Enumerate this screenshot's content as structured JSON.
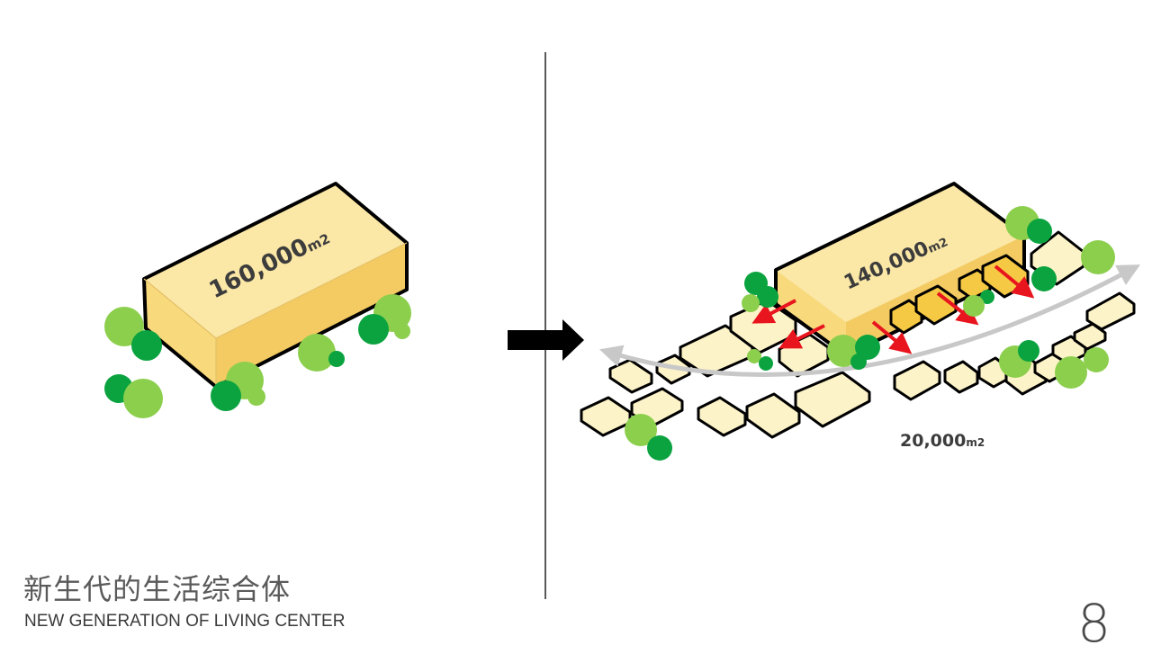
{
  "left_diagram": {
    "area_value": "160,000",
    "area_unit": "m2"
  },
  "right_diagram": {
    "main_area_value": "140,000",
    "main_area_unit": "m2",
    "distributed_area_value": "20,000",
    "distributed_area_unit": "m2"
  },
  "footer": {
    "title_cn": "新生代的生活综合体",
    "title_en": "NEW GENERATION OF LIVING CENTER",
    "page_number": "8"
  },
  "colors": {
    "building_top": "#fbe7a6",
    "building_front": "#f8d97c",
    "building_side": "#f3cb62",
    "small_block": "#fdf3c8",
    "highlight_block": "#f6c944",
    "tree_light": "#8ccf4d",
    "tree_dark": "#0aa33f",
    "arrow_red": "#e8141e",
    "flow_arrow": "#c8c8c8"
  },
  "icons": [
    "right-arrow-icon"
  ]
}
